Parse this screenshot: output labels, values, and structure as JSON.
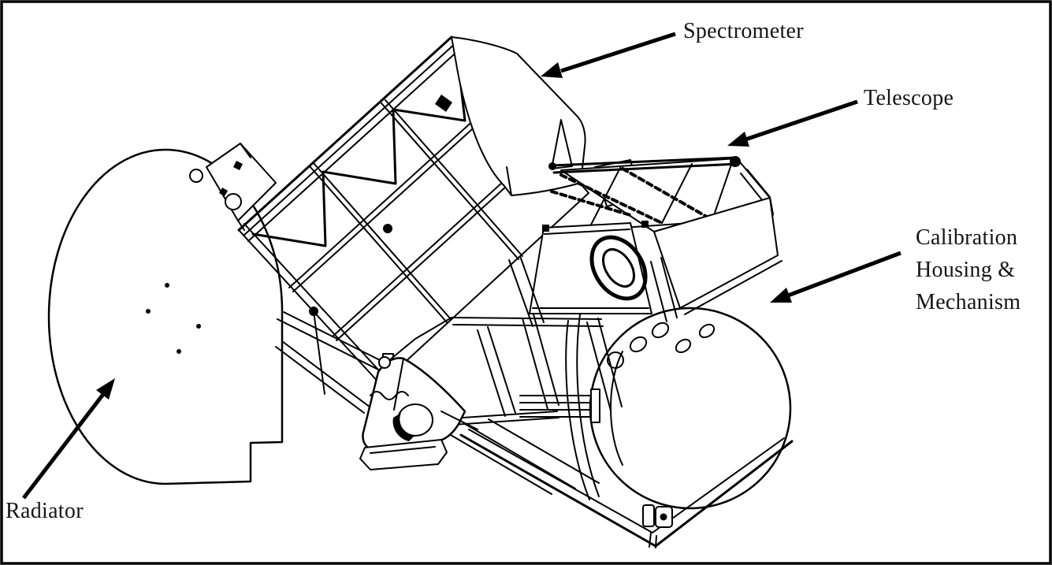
{
  "figure": {
    "description": "Black-and-white isometric CAD line drawing of an instrument assembly with four labeled callout arrows",
    "background": "#ffffff",
    "ink_color": "#000000",
    "text_color": "#151515"
  },
  "labels": {
    "spectrometer": "Spectrometer",
    "telescope": "Telescope",
    "calibration_line1": "Calibration",
    "calibration_line2": "Housing &",
    "calibration_line3": "Mechanism",
    "radiator": "Radiator"
  },
  "callouts": [
    {
      "label": "Spectrometer",
      "points_to": "spectrometer-housing"
    },
    {
      "label": "Telescope",
      "points_to": "telescope-assembly"
    },
    {
      "label": "Calibration Housing & Mechanism",
      "points_to": "calibration-housing"
    },
    {
      "label": "Radiator",
      "points_to": "radiator-disk"
    }
  ]
}
